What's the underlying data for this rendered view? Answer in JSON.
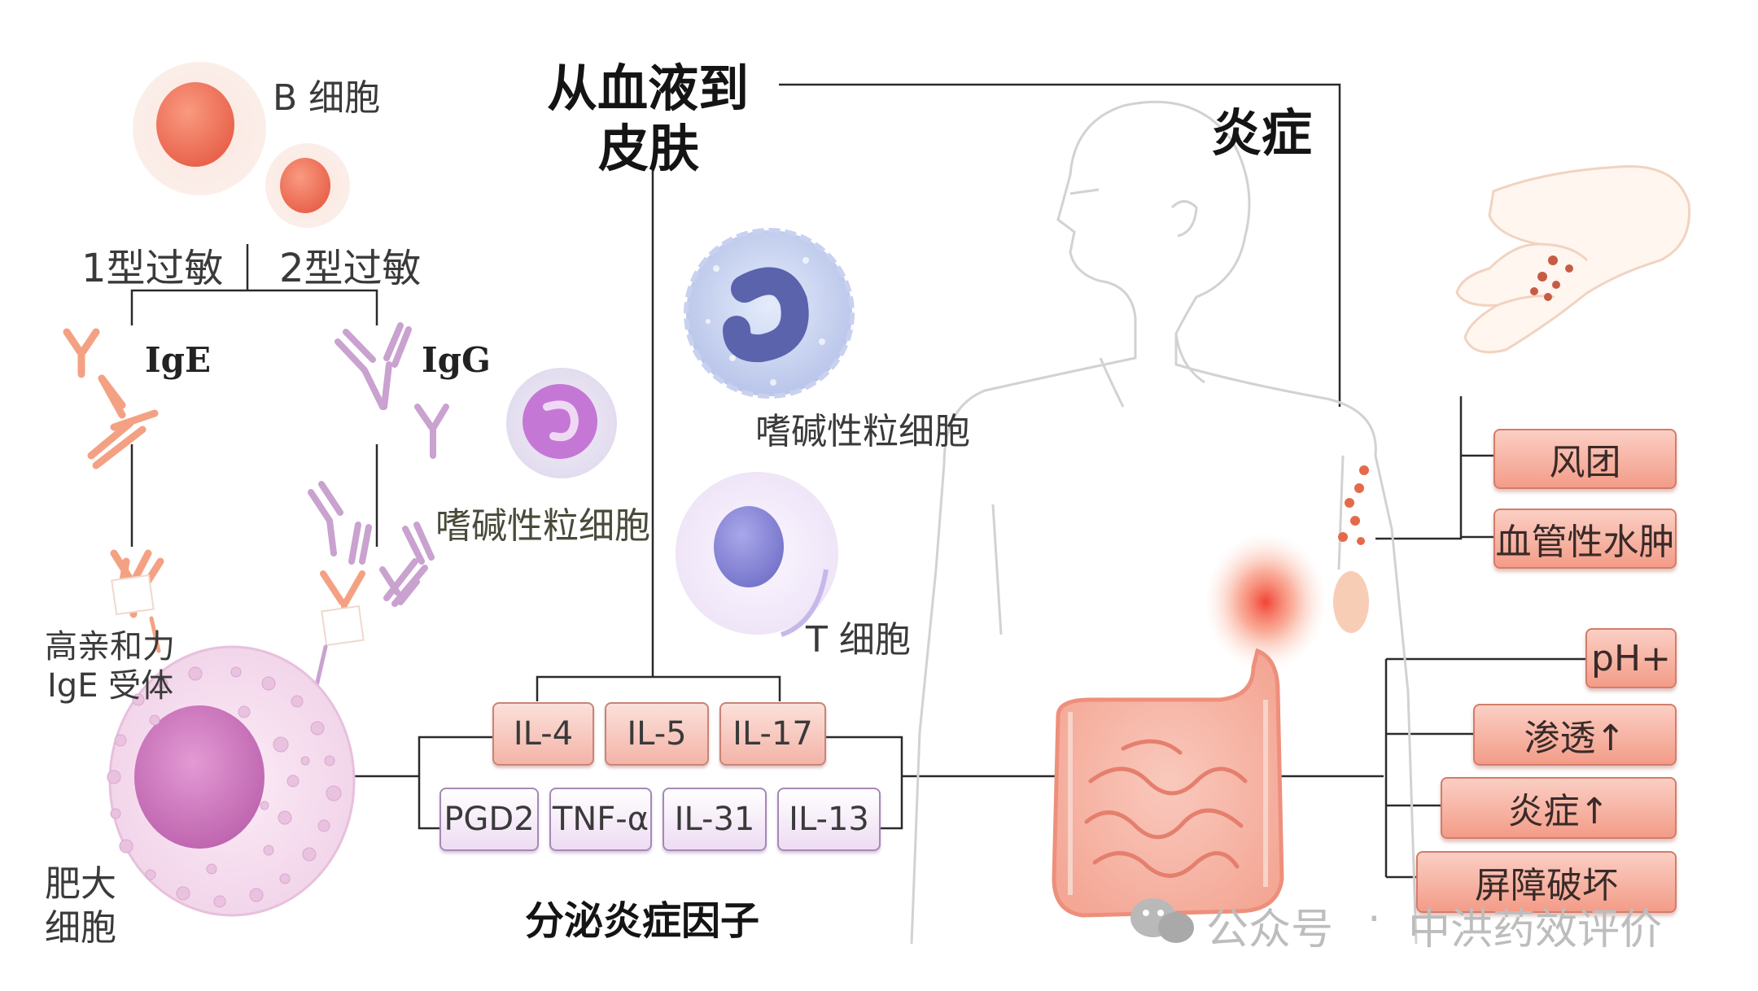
{
  "title": {
    "line1": "从血液到",
    "line2": "皮肤"
  },
  "inflammation_title": "炎症",
  "b_cell": "B 细胞",
  "allergy": {
    "type1": "1型过敏",
    "type2": "2型过敏"
  },
  "antibodies": {
    "ige": "IgE",
    "igg": "IgG"
  },
  "receptor": {
    "line1": "高亲和力",
    "line2": "IgE 受体"
  },
  "mast_cell": {
    "line1": "肥大",
    "line2": "细胞"
  },
  "basophil_small": "嗜碱性粒细胞",
  "basophil_large": "嗜碱性粒细胞",
  "t_cell": "T 细胞",
  "cytokines": {
    "row1": [
      "IL-4",
      "IL-5",
      "IL-17"
    ],
    "row2": [
      "PGD2",
      "TNF-α",
      "IL-31",
      "IL-13"
    ],
    "caption": "分泌炎症因子"
  },
  "symptoms": [
    "风团",
    "血管性水肿",
    "pH+",
    "渗透↑",
    "炎症↑",
    "屏障破坏"
  ],
  "watermark": {
    "prefix": "公众号",
    "separator": "·",
    "name": "中洪药效评价"
  },
  "colors": {
    "connector": "#2a2a2a",
    "cell_orange": "#f07a60",
    "cell_purple": "#c070d0",
    "basophil_blue": "#5a66b0",
    "symptom_fill": "#f39c88"
  }
}
